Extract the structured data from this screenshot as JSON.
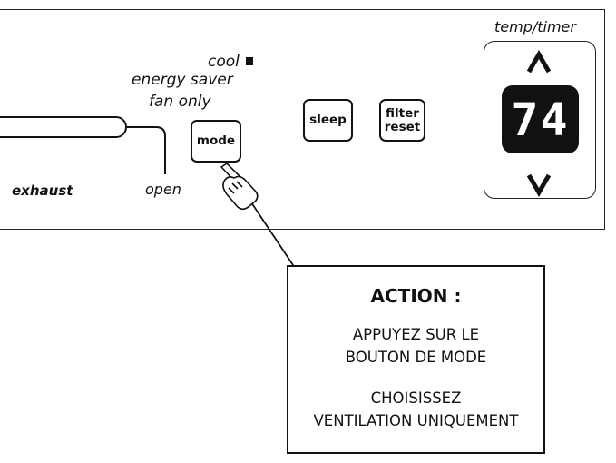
{
  "panel": {
    "modes": {
      "cool": "cool",
      "energy_saver": "energy saver",
      "fan_only": "fan only"
    },
    "buttons": {
      "mode": "mode",
      "sleep": "sleep",
      "filter_line1": "filter",
      "filter_line2": "reset"
    },
    "vent": {
      "exhaust": "exhaust",
      "open": "open"
    },
    "temp_timer": {
      "label": "temp/timer",
      "display_value": "74",
      "up_icon": "chevron-up-icon",
      "down_icon": "chevron-down-icon"
    }
  },
  "action": {
    "title": "ACTION :",
    "line1": "APPUYEZ SUR LE",
    "line2": "BOUTON DE MODE",
    "line3": "CHOISISSEZ",
    "line4": "VENTILATION UNIQUEMENT"
  },
  "colors": {
    "line": "#111111",
    "display_bg": "#111111",
    "display_fg": "#ffffff"
  }
}
